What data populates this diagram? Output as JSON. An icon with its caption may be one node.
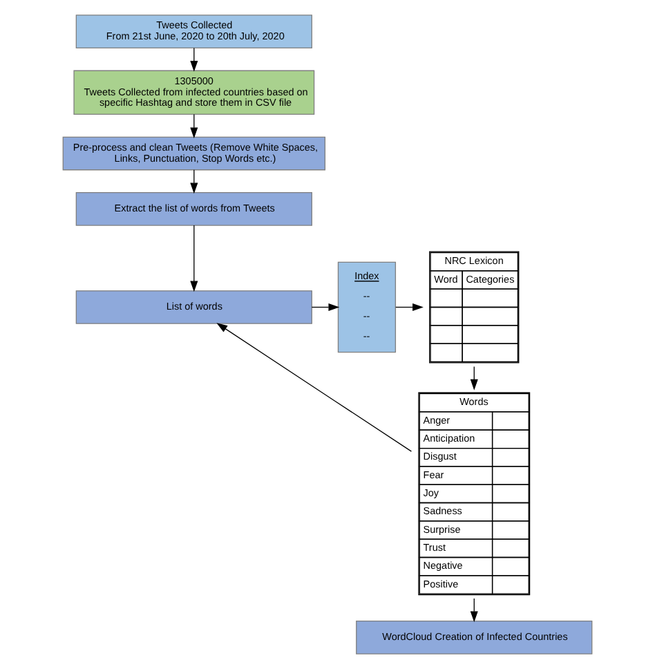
{
  "diagram": {
    "nodes": [
      {
        "text": [
          "Tweets Collected",
          "From 21st June, 2020 to 20th July, 2020"
        ]
      },
      {
        "text": [
          "1305000",
          "Tweets Collected from infected countries based on specific Hashtag and store them in CSV file"
        ]
      },
      {
        "text": [
          "Pre-process and clean Tweets (Remove White Spaces, Links, Punctuation, Stop Words etc.)"
        ]
      },
      {
        "text": [
          "Extract the list of words from Tweets"
        ]
      },
      {
        "text": [
          "List of words"
        ]
      },
      {
        "text": [
          "Index",
          "--",
          "--",
          "--"
        ]
      },
      {
        "text": [
          "NRC Lexicon",
          "Word",
          "Categories"
        ]
      },
      {
        "text": [
          "Words",
          "Anger",
          "Anticipation",
          "Disgust",
          "Fear",
          "Joy",
          "Sadness",
          "Surprise",
          "Trust",
          "Negative",
          "Positive"
        ]
      },
      {
        "text": [
          "WordCloud Creation of Infected Countries"
        ]
      }
    ],
    "edges": [
      {
        "from": 0,
        "to": 1,
        "arrow": "to"
      },
      {
        "from": 1,
        "to": 2,
        "arrow": "to"
      },
      {
        "from": 2,
        "to": 3,
        "arrow": "to"
      },
      {
        "from": 3,
        "to": 4,
        "arrow": "to"
      },
      {
        "from": 4,
        "to": 5,
        "arrow": "to"
      },
      {
        "from": 5,
        "to": 6,
        "arrow": "to"
      },
      {
        "from": 6,
        "to": 7,
        "arrow": "to"
      },
      {
        "from": 7,
        "to": 4,
        "arrow": "to"
      },
      {
        "from": 7,
        "to": 8,
        "arrow": "to"
      }
    ]
  }
}
